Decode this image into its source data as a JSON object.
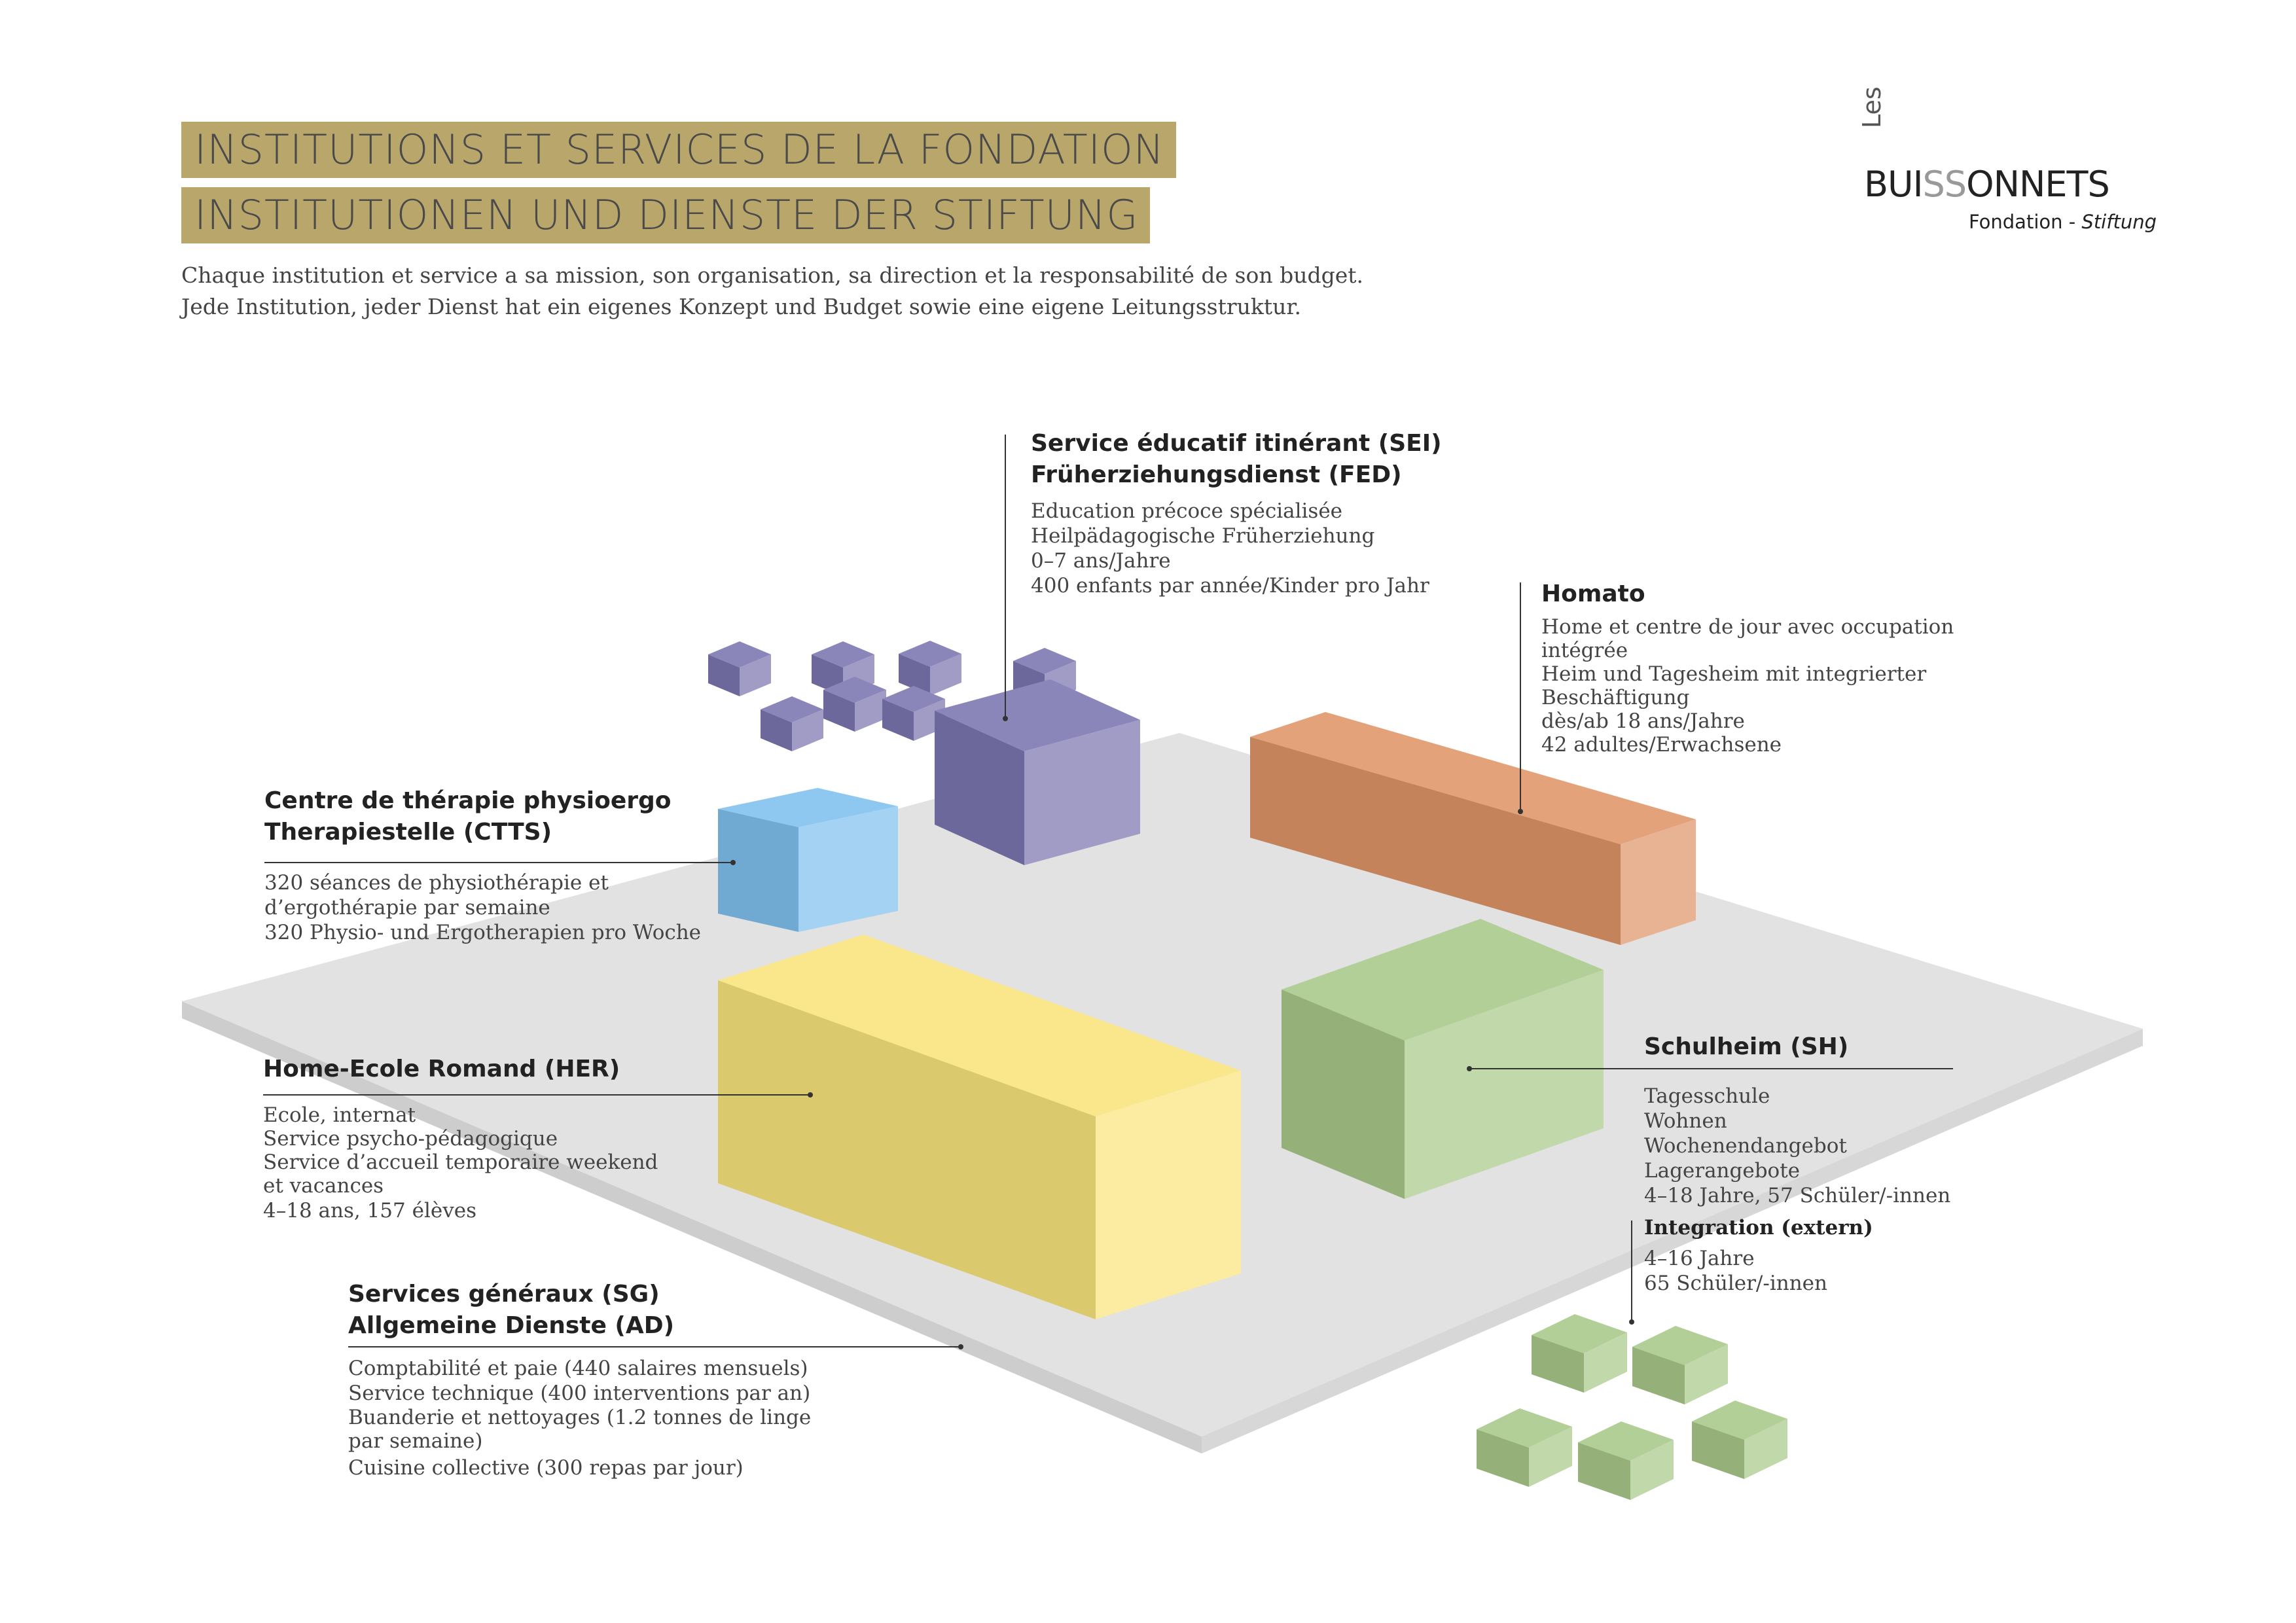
{
  "title_fr": "INSTITUTIONS ET SERVICES DE LA FONDATION",
  "title_de": "INSTITUTIONEN UND DIENSTE DER STIFTUNG",
  "intro_fr": "Chaque institution et service a sa mission, son organisation, sa direction et la responsabilité de son budget.",
  "intro_de": "Jede Institution, jeder Dienst hat ein eigenes Konzept und Budget sowie eine eigene Leitungsstruktur.",
  "logo": {
    "les": "Les",
    "name_a": "BUI",
    "name_b": "SS",
    "name_c": "ONNETS",
    "fondation": "Fondation - ",
    "stiftung": "Stiftung"
  },
  "colors": {
    "gold": "#b9a66b",
    "platform": "#e2e2e2",
    "purple": "#7b76b0",
    "blue": "#7fc0ee",
    "yellow": "#f9e47c",
    "orange": "#df9567",
    "green": "#a9c98a"
  },
  "sei": {
    "title1": "Service éducatif itinérant (SEI)",
    "title2": "Früherziehungsdienst (FED)",
    "lines": [
      "Education précoce spécialisée",
      "Heilpädagogische Früherziehung",
      "0–7 ans/Jahre",
      "400 enfants par année/Kinder pro Jahr"
    ]
  },
  "homato": {
    "title": "Homato",
    "lines": [
      "Home et centre de jour avec occupation",
      "intégrée",
      "Heim und Tagesheim mit integrierter",
      "Beschäftigung",
      "dès/ab 18 ans/Jahre",
      "42 adultes/Erwachsene"
    ]
  },
  "ctts": {
    "title1": "Centre de thérapie physioergo",
    "title2": "Therapiestelle (CTTS)",
    "lines": [
      "320 séances de physiothérapie et",
      "d’ergothérapie par semaine",
      "320 Physio- und Ergotherapien pro Woche"
    ]
  },
  "her": {
    "title": "Home-Ecole Romand (HER)",
    "lines": [
      "Ecole, internat",
      "Service psycho-pédagogique",
      "Service d’accueil temporaire weekend",
      "et vacances",
      "4–18 ans, 157 élèves"
    ]
  },
  "sh": {
    "title": "Schulheim (SH)",
    "lines": [
      "Tagesschule",
      "Wohnen",
      "Wochenendangebot",
      "Lagerangebote",
      "4–18 Jahre, 57 Schüler/-innen"
    ],
    "sub_title": "Integration (extern)",
    "sub_lines": [
      "4–16 Jahre",
      "65 Schüler/-innen"
    ]
  },
  "sg": {
    "title1": "Services généraux (SG)",
    "title2": "Allgemeine Dienste (AD)",
    "lines": [
      "Comptabilité et paie (440 salaires mensuels)",
      "Service technique (400 interventions par an)",
      "Buanderie et nettoyages (1.2 tonnes de linge",
      "par semaine)",
      "Cuisine collective (300 repas par jour)"
    ]
  }
}
